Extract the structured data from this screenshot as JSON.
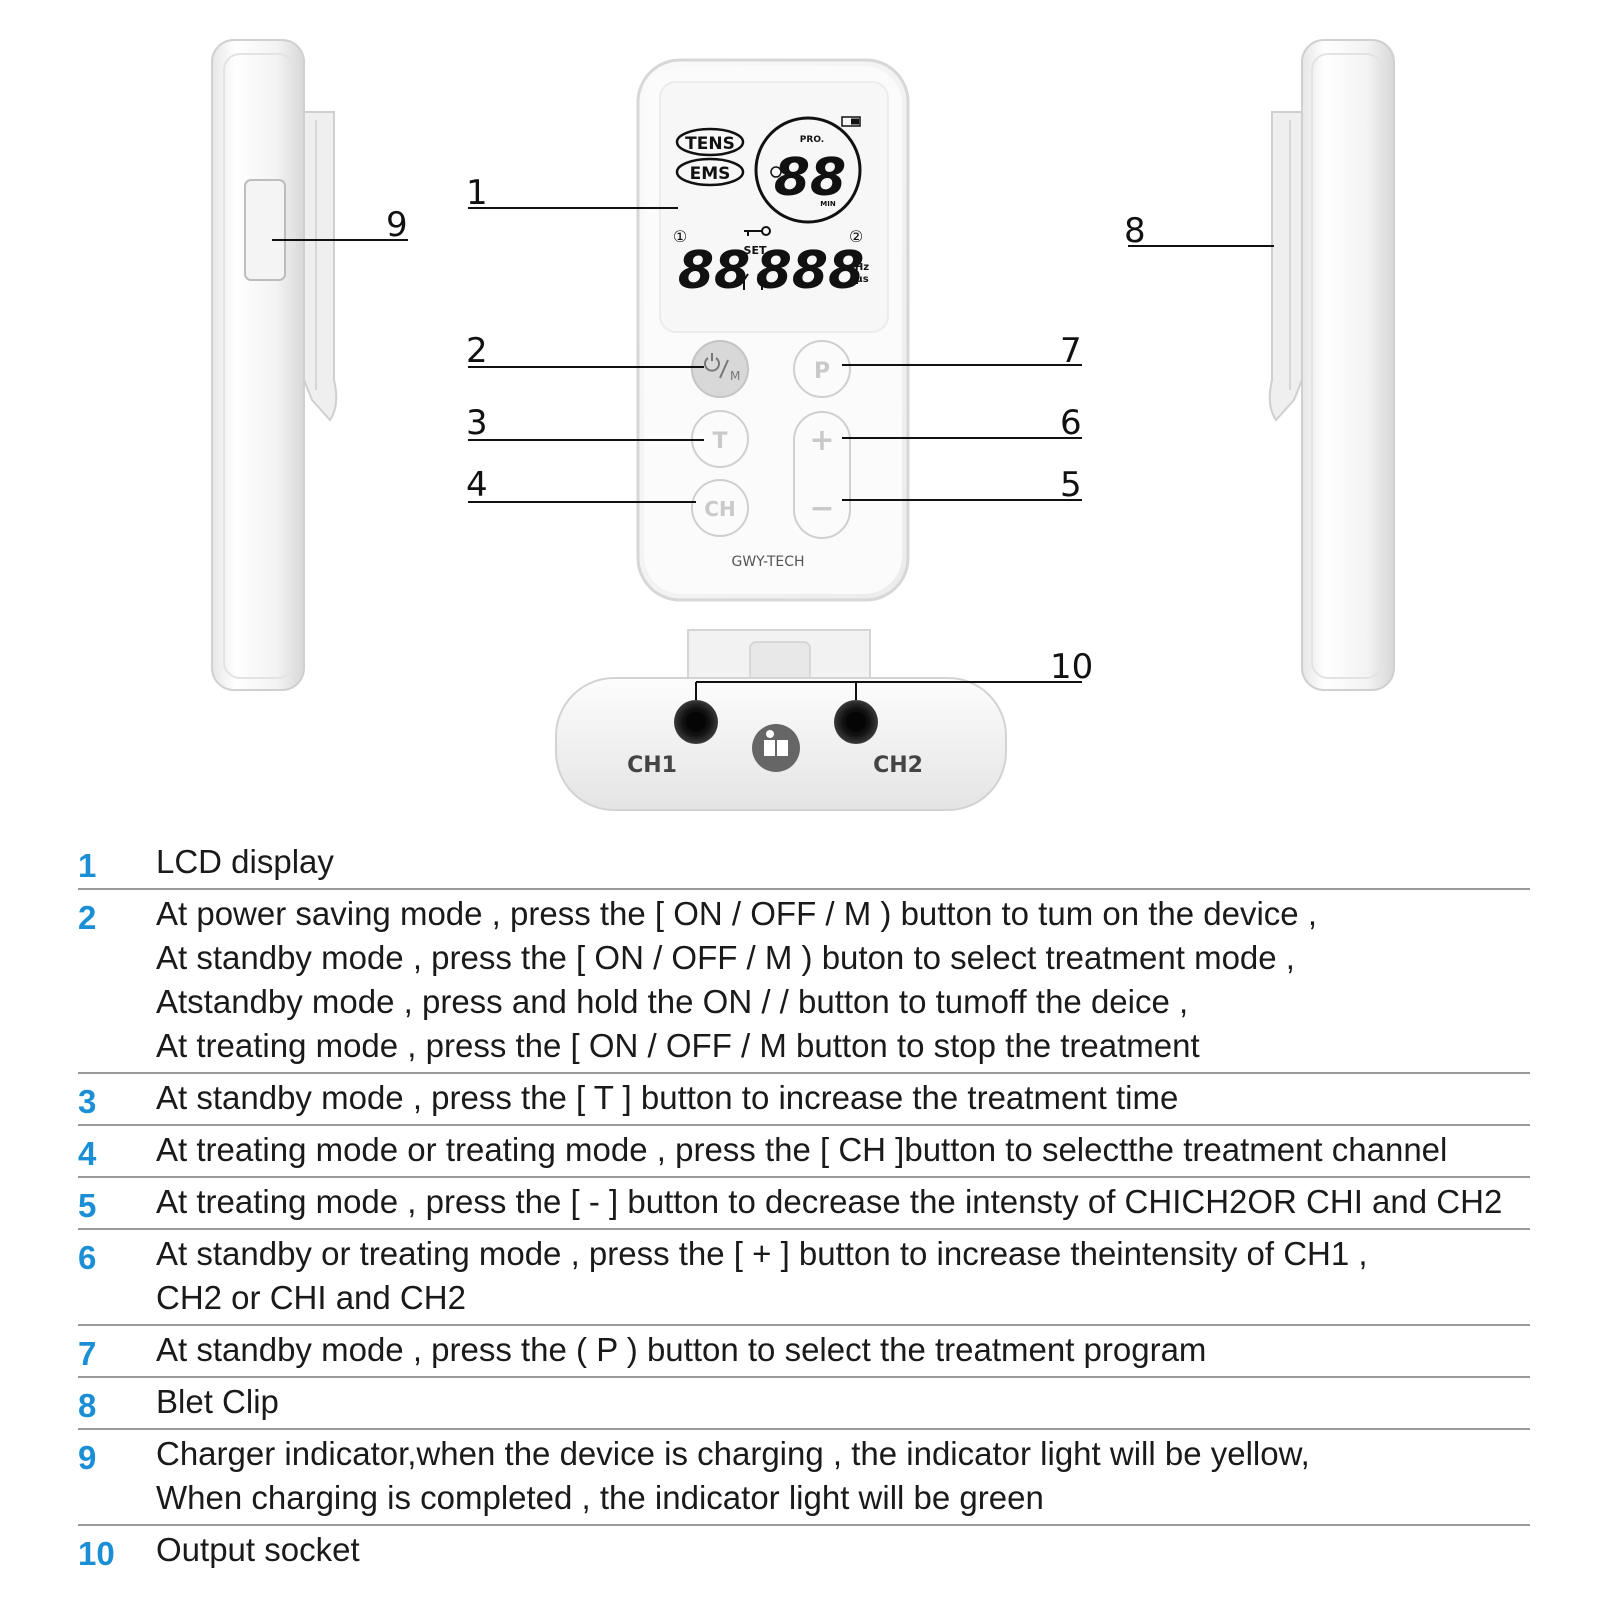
{
  "device": {
    "brand": "GWY-TECH",
    "lcd": {
      "mode_tens": "TENS",
      "mode_ems": "EMS",
      "pro_label": "PRO.",
      "timer_digits": "88",
      "min_label": "MIN",
      "set_label": "SET",
      "ch1_marker": "①",
      "ch2_marker": "②",
      "left_digits": "88",
      "right_digits": "888",
      "unit_hz": "Hz",
      "unit_us": "μs"
    },
    "buttons": {
      "power_mode": "M",
      "program": "P",
      "timer": "T",
      "channel": "CH",
      "plus": "+",
      "minus": "−"
    },
    "ports": {
      "ch1": "CH1",
      "ch2": "CH2"
    }
  },
  "callouts": [
    "1",
    "2",
    "3",
    "4",
    "5",
    "6",
    "7",
    "8",
    "9",
    "10"
  ],
  "legend": [
    {
      "num": "1",
      "lines": [
        "LCD display"
      ]
    },
    {
      "num": "2",
      "lines": [
        "At power saving mode , press the [ ON / OFF / M ) button to tum on the device ,",
        "At standby mode , press the [ ON / OFF / M ) buton to select treatment mode ,",
        "Atstandby mode , press and hold the ON / / button to tumoff the deice ,",
        "At treating mode , press the [ ON / OFF / M button to stop the treatment"
      ]
    },
    {
      "num": "3",
      "lines": [
        "At standby mode , press the [ T ] button to increase the treatment time"
      ]
    },
    {
      "num": "4",
      "lines": [
        "At treating mode or treating mode , press the [ CH ]button to selectthe treatment channel"
      ]
    },
    {
      "num": "5",
      "lines": [
        "At treating mode , press the [ - ] button to decrease the intensty of CHICH2OR CHI and CH2"
      ]
    },
    {
      "num": "6",
      "lines": [
        "At standby or treating mode , press the [ + ] button to increase theintensity of CH1 ,",
        "CH2 or CHI and CH2"
      ]
    },
    {
      "num": "7",
      "lines": [
        "At standby mode , press the ( P ) button to select the treatment program"
      ]
    },
    {
      "num": "8",
      "lines": [
        "Blet Clip"
      ]
    },
    {
      "num": "9",
      "lines": [
        "Charger indicator,when the device is charging , the indicator light will be yellow,",
        "When charging is completed , the indicator light will be green"
      ]
    },
    {
      "num": "10",
      "lines": [
        "Output socket"
      ]
    }
  ]
}
